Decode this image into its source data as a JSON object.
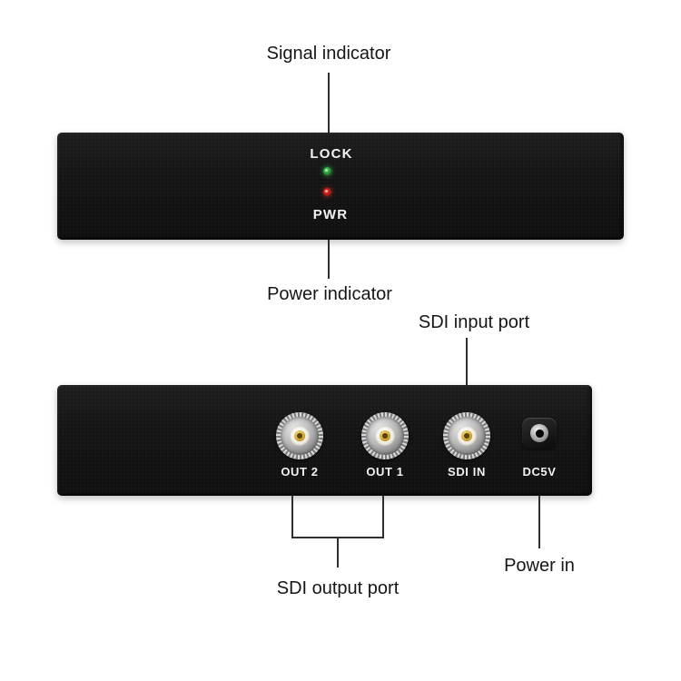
{
  "page": {
    "background": "#ffffff"
  },
  "annotations": {
    "signal_indicator": "Signal indicator",
    "power_indicator": "Power indicator",
    "sdi_input_port": "SDI input port",
    "sdi_output_port": "SDI output port",
    "power_in": "Power in"
  },
  "front_panel": {
    "lock_label": "LOCK",
    "pwr_label": "PWR",
    "lock_led_color": "#35b44a",
    "pwr_led_color": "#d9251d"
  },
  "rear_panel": {
    "ports": [
      {
        "label": "OUT 2",
        "type": "bnc"
      },
      {
        "label": "OUT 1",
        "type": "bnc"
      },
      {
        "label": "SDI IN",
        "type": "bnc"
      },
      {
        "label": "DC5V",
        "type": "dc-jack"
      }
    ]
  },
  "colors": {
    "device_body": "#161616",
    "panel_text": "#f2f2f2",
    "annotation_text": "#161616",
    "callout_line": "#2e2e2e",
    "bnc_pin_gold": "#d3a834",
    "bnc_insulator": "#ece7da"
  }
}
